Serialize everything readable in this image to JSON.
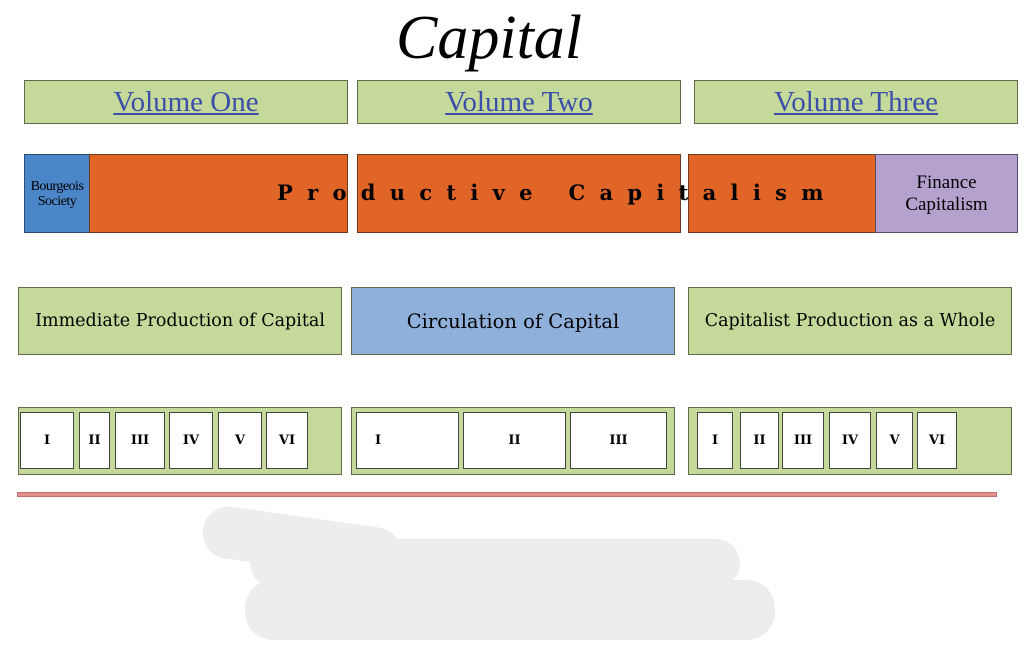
{
  "title": "Capital",
  "volumes": [
    "Volume One",
    "Volume Two",
    "Volume Three"
  ],
  "banner": {
    "bourgeois": "Bourgeois Society",
    "productive": "Productive Capitalism",
    "finance": "Finance Capitalism"
  },
  "parts": [
    "Immediate Production of Capital",
    "Circulation of Capital",
    "Capitalist Production as a Whole"
  ],
  "chapters": {
    "volume_one": [
      "I",
      "II",
      "III",
      "IV",
      "V",
      "VI"
    ],
    "volume_two": [
      "I",
      "II",
      "III"
    ],
    "volume_three": [
      "I",
      "II",
      "III",
      "IV",
      "V",
      "VI"
    ]
  },
  "colors": {
    "green": "#c5d99a",
    "orange": "#e16527",
    "blue": "#4b86c8",
    "light_blue": "#8fb0da",
    "purple": "#b5a1cd",
    "link": "#3a4fa8",
    "red_line": "#e3908a"
  }
}
